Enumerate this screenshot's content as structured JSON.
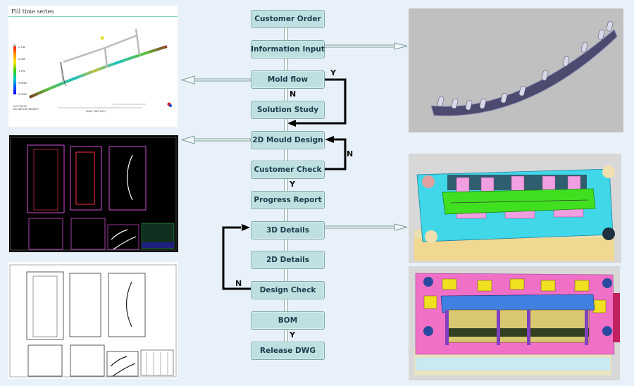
{
  "flowchart": {
    "steps": [
      {
        "label": "Customer Order"
      },
      {
        "label": "Information Input"
      },
      {
        "label": "Mold flow"
      },
      {
        "label": "Solution Study"
      },
      {
        "label": "2D Mould Design"
      },
      {
        "label": "Customer Check"
      },
      {
        "label": "Progress Report"
      },
      {
        "label": "3D Details"
      },
      {
        "label": "2D Details"
      },
      {
        "label": "Design Check"
      },
      {
        "label": "BOM"
      },
      {
        "label": "Release DWG"
      }
    ],
    "branch_labels": {
      "moldflow_yes": "Y",
      "moldflow_no": "N",
      "customer_check_no": "N",
      "customer_check_yes": "Y",
      "design_check_no": "N",
      "bom_yes": "Y"
    }
  },
  "images": {
    "moldflow_result": {
      "title": "Fill time series",
      "legend_unit": "[s]",
      "legend_ticks": [
        "2.785",
        "2.089",
        "1.392",
        "0.6962",
        "0.0000"
      ],
      "caption_line1": "AUTODESK",
      "caption_line2": "MOLDFLOW INSIGHT",
      "scale_label": "Scale (500 mm)"
    },
    "cad_drawing_dark": {
      "label": "2D mould design drawing"
    },
    "cad_drawing_light": {
      "label": "2D detail drawing"
    },
    "part_render": {
      "label": "Plastic part 3D render"
    },
    "mold_3d_top": {
      "label": "3D mould assembly"
    },
    "mold_3d_bottom": {
      "label": "3D mould core side"
    }
  },
  "colors": {
    "background": "#e8f1fa",
    "box_fill": "#bfe0e0",
    "box_border": "#7fa9ab",
    "text": "#1f3b4d",
    "loop_line": "#000000"
  }
}
